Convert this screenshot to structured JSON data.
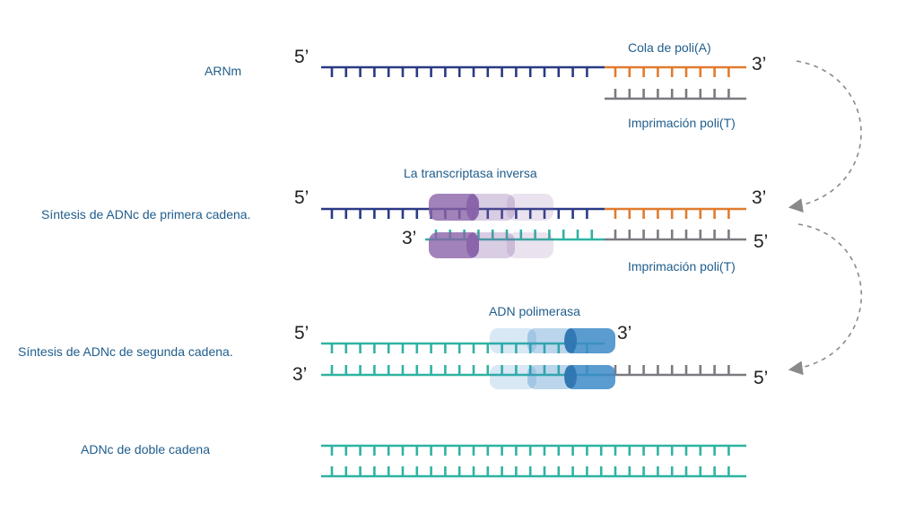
{
  "steps": {
    "mrna": "ARNm",
    "first_strand": "Síntesis de ADNc de primera cadena.",
    "second_strand": "Síntesis de ADNc de segunda cadena.",
    "double_strand": "ADNc de doble cadena"
  },
  "annotations": {
    "poly_a_tail": "Cola de poli(A)",
    "poly_t_primer_1": "Imprimación poli(T)",
    "reverse_transcriptase": "La transcriptasa inversa",
    "poly_t_primer_2": "Imprimación poli(T)",
    "dna_polymerase": "ADN polimerasa"
  },
  "ends": {
    "five_prime": "5’",
    "three_prime": "3’"
  },
  "colors": {
    "mrna_strand": "#2a3a84",
    "poly_a": "#e07b2e",
    "poly_t": "#7a7a80",
    "cdna": "#2fb3a2",
    "reverse_transcriptase": "#8a63a8",
    "dna_polymerase": "#3d8ac8",
    "label_text": "#1f5d8c",
    "arrow": "#8a8a8a"
  }
}
